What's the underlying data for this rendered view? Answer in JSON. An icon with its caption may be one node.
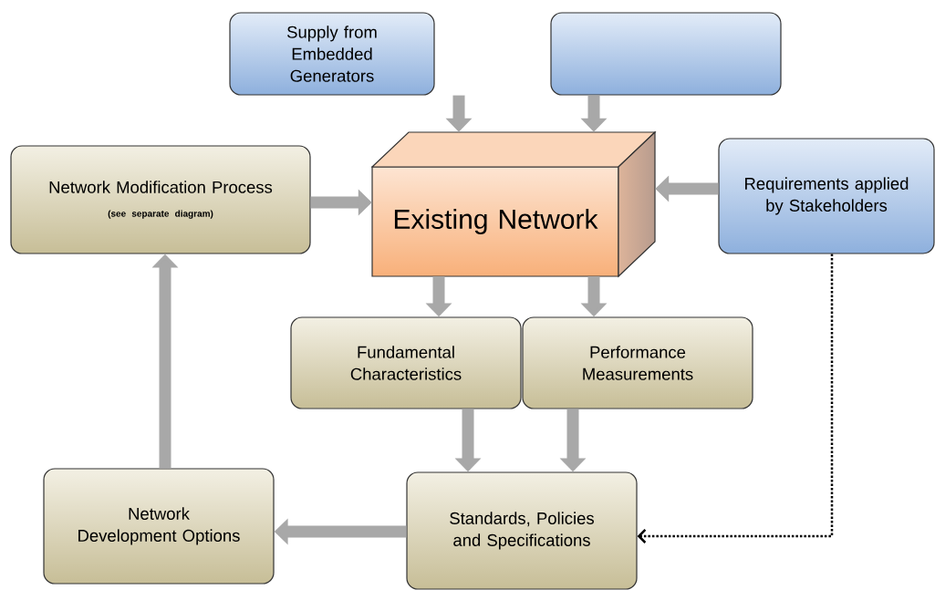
{
  "diagram": {
    "nodes": [
      {
        "text": [
          "Supply from Embedded Generators"
        ]
      },
      {
        "text": [],
        "shape": "box"
      },
      {
        "text": [
          "Existing Network"
        ]
      },
      {
        "text": [
          "Requirements applied by Stakeholders"
        ]
      },
      {
        "text": [
          "Network Modification Process",
          "(see separate diagram)"
        ]
      },
      {
        "text": [
          "Fundamental Characteristics"
        ]
      },
      {
        "text": [
          "Performance Measurements"
        ]
      },
      {
        "text": [
          "Standards, Policies and Specifications"
        ]
      },
      {
        "text": [
          "Network Development Options"
        ]
      }
    ],
    "edges": [
      {
        "from": 0,
        "to": 2,
        "arrow": "to"
      },
      {
        "from": 1,
        "to": 2,
        "arrow": "to"
      },
      {
        "from": 3,
        "to": 2,
        "arrow": "to"
      },
      {
        "from": 4,
        "to": 2,
        "arrow": "to"
      },
      {
        "from": 2,
        "to": 5,
        "arrow": "to"
      },
      {
        "from": 2,
        "to": 6,
        "arrow": "to"
      },
      {
        "from": 5,
        "to": 7,
        "arrow": "to"
      },
      {
        "from": 6,
        "to": 7,
        "arrow": "to"
      },
      {
        "from": 7,
        "to": 8,
        "arrow": "to"
      },
      {
        "from": 8,
        "to": 4,
        "arrow": "to"
      },
      {
        "from": 3,
        "to": 7,
        "arrow": "to",
        "style": "dashed",
        "color": "#000000"
      }
    ]
  }
}
